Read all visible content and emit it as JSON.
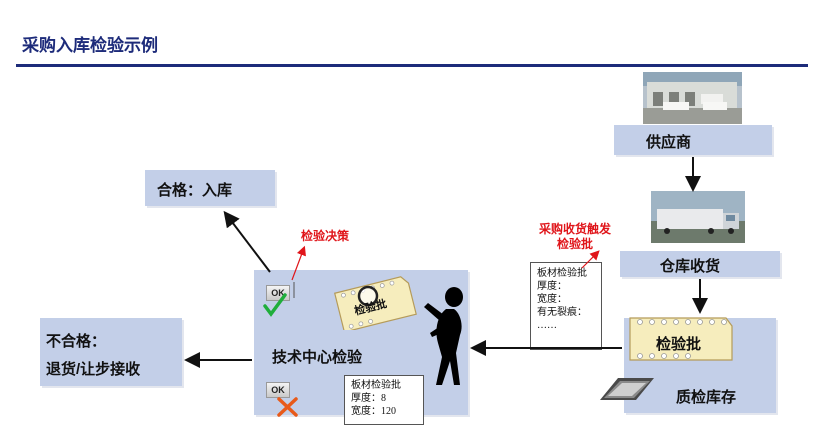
{
  "page": {
    "title": "采购入库检验示例"
  },
  "nodes": {
    "supplier": "供应商",
    "warehouse_receipt": "仓库收货",
    "qc_stock": "质检库存",
    "inspection_lot": "检验批",
    "tech_center": "技术中心检验",
    "pass": "合格：入库",
    "fail_line1": "不合格：",
    "fail_line2": "退货/让步接收"
  },
  "annotations": {
    "decision": "检验决策",
    "trigger_line1": "采购收货触发",
    "trigger_line2": "检验批",
    "magnifier_text": "检验批",
    "ok_top": "OK",
    "ok_bottom": "OK"
  },
  "note_right": {
    "lines": [
      "板材检验批",
      "厚度：",
      "宽度：",
      "有无裂痕：",
      "……"
    ]
  },
  "note_bottom": {
    "lines": [
      "板材检验批",
      "厚度：8",
      "宽度：120"
    ]
  },
  "colors": {
    "title": "#1d2b7a",
    "box_fill": "#c3cfe8",
    "red_annotation": "#e0151a",
    "check": "#1fae3b",
    "cross": "#e85a1a"
  },
  "icons": [
    "check-icon",
    "cross-icon",
    "magnifier-icon",
    "person-silhouette-icon"
  ]
}
